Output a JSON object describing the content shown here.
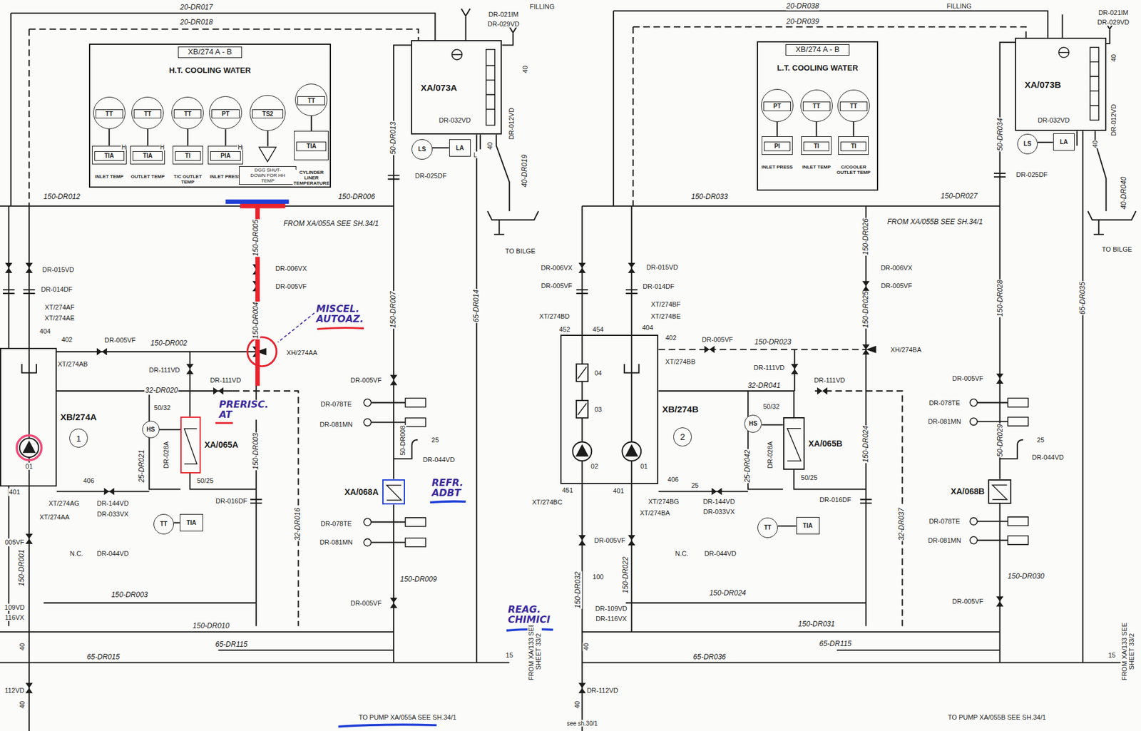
{
  "diagram": {
    "nodes": [
      {
        "text": [
          "XB/274 A - B",
          "H.T. COOLING WATER"
        ]
      },
      {
        "text": [
          "TT"
        ],
        "in": 0
      },
      {
        "text": [
          "TT"
        ],
        "in": 0
      },
      {
        "text": [
          "TT"
        ],
        "in": 0
      },
      {
        "text": [
          "PT"
        ],
        "in": 0
      },
      {
        "text": [
          "TS2"
        ],
        "in": 0
      },
      {
        "text": [
          "TT"
        ],
        "in": 0
      },
      {
        "text": [
          "TIA",
          "INLET TEMP"
        ],
        "in": 0
      },
      {
        "text": [
          "TIA",
          "OUTLET TEMP"
        ],
        "in": 0
      },
      {
        "text": [
          "TI",
          "T/C OUTLET TEMP"
        ],
        "in": 0
      },
      {
        "text": [
          "PIA",
          "INLET PRESS"
        ],
        "in": 0
      },
      {
        "text": [
          "DGG SHUT-DOWN FOR HH TEMP"
        ],
        "in": 0
      },
      {
        "text": [
          "TIA",
          "CYLINDER LINER TEMPERATURE"
        ],
        "in": 0
      },
      {
        "text": [
          "XA/073A"
        ]
      },
      {
        "text": [
          "LS"
        ]
      },
      {
        "text": [
          "LA"
        ]
      },
      {
        "text": [
          "XB/274A"
        ]
      },
      {
        "text": [
          "1"
        ]
      },
      {
        "text": [
          "XA/065A"
        ]
      },
      {
        "text": [
          "HS"
        ]
      },
      {
        "text": [
          "TT"
        ]
      },
      {
        "text": [
          "TIA"
        ]
      },
      {
        "text": [
          "XA/068A"
        ]
      },
      {
        "text": [
          "XB/274 A - B",
          "L.T. COOLING WATER"
        ]
      },
      {
        "text": [
          "PT"
        ],
        "in": 23
      },
      {
        "text": [
          "TT"
        ],
        "in": 23
      },
      {
        "text": [
          "TT"
        ],
        "in": 23
      },
      {
        "text": [
          "PI",
          "INLET PRESS"
        ],
        "in": 23
      },
      {
        "text": [
          "TI",
          "INLET TEMP"
        ],
        "in": 23
      },
      {
        "text": [
          "TI",
          "C/COOLER OUTLET TEMP"
        ],
        "in": 23
      },
      {
        "text": [
          "XA/073B"
        ]
      },
      {
        "text": [
          "LS"
        ]
      },
      {
        "text": [
          "LA"
        ]
      },
      {
        "text": [
          "XB/274B"
        ]
      },
      {
        "text": [
          "2"
        ]
      },
      {
        "text": [
          "XA/065B"
        ]
      },
      {
        "text": [
          "HS"
        ]
      },
      {
        "text": [
          "TT"
        ]
      },
      {
        "text": [
          "TIA"
        ]
      },
      {
        "text": [
          "XA/068B"
        ]
      }
    ],
    "edges": [
      {
        "from": 1,
        "to": 7,
        "arrow": "none"
      },
      {
        "from": 2,
        "to": 8,
        "arrow": "none"
      },
      {
        "from": 3,
        "to": 9,
        "arrow": "none"
      },
      {
        "from": 4,
        "to": 10,
        "arrow": "none"
      },
      {
        "from": 5,
        "to": 11,
        "arrow": "none"
      },
      {
        "from": 6,
        "to": 12,
        "arrow": "none"
      },
      {
        "from": 14,
        "to": 15,
        "arrow": "none"
      },
      {
        "from": 19,
        "to": 18,
        "arrow": "none"
      },
      {
        "from": 20,
        "to": 21,
        "arrow": "none"
      },
      {
        "from": 13,
        "to": 22,
        "arrow": "none"
      },
      {
        "from": 18,
        "to": 16,
        "arrow": "none"
      },
      {
        "from": 24,
        "to": 27,
        "arrow": "none"
      },
      {
        "from": 25,
        "to": 28,
        "arrow": "none"
      },
      {
        "from": 26,
        "to": 29,
        "arrow": "none"
      },
      {
        "from": 31,
        "to": 32,
        "arrow": "none"
      },
      {
        "from": 36,
        "to": 35,
        "arrow": "none"
      },
      {
        "from": 37,
        "to": 38,
        "arrow": "none"
      },
      {
        "from": 30,
        "to": 39,
        "arrow": "none"
      },
      {
        "from": 35,
        "to": 33,
        "arrow": "none"
      }
    ],
    "labels": [
      "FILLING",
      "FILLING",
      "20-DR017",
      "20-DR018",
      "20-DR038",
      "20-DR039",
      "DR-021IM",
      "DR-029VD",
      "DR-021IM",
      "DR-029VD",
      "150-DR012",
      "150-DR006",
      "FROM XA/055A SEE SH.34/1",
      "150-DR005",
      "DR-006VX",
      "DR-005VF",
      "150-DR004",
      "DR-015VD",
      "DR-014DF",
      "XT/274AF",
      "XT/274AE",
      "404",
      "402",
      "DR-005VF",
      "150-DR002",
      "XT/274AB",
      "DR-111VD",
      "DR-111VD",
      "XH/274AA",
      "32-DR020",
      "50/32",
      "150-DR007",
      "50-DR013",
      "DR-025DF",
      "DR-032VD",
      "DR-012VD",
      "40",
      "40-DR019",
      "40",
      "TO BILGE",
      "65-DR014",
      "DR-005VF",
      "DR-078TE",
      "DR-081MN",
      "25",
      "DR-044VD",
      "50-DR008",
      "DR-078TE",
      "DR-081MN",
      "150-DR009",
      "DR-005VF",
      "150-DR003",
      "32-DR016",
      "DR-016DF",
      "50/25",
      "25-DR021",
      "DR-028A",
      "406",
      "401",
      "XT/274AG",
      "XT/274AA",
      "DR-144VD",
      "DR-033VX",
      "N.C.",
      "DR-044VD",
      "150-DR003",
      "150-DR010",
      "65-DR115",
      "65-DR015",
      "150-DR001",
      "005VF",
      "109VD",
      "116VX",
      "40",
      "112VD",
      "40",
      "15",
      "FROM XA/133 SEE SHEET 33/2",
      "TO PUMP XA/055A SEE SH.34/1",
      "H",
      "H",
      "H",
      "L",
      "01",
      "MISCEL. AUTOAZ.",
      "PRERISC. AT",
      "REFR. ADBT",
      "REAG. CHIMICI",
      "150-DR033",
      "150-DR027",
      "FROM XA/055B SEE SH.34/1",
      "150-DR026",
      "DR-006VX",
      "DR-005VF",
      "150-DR025",
      "XH/274BA",
      "DR-006VX",
      "DR-005VF",
      "DR-015VD",
      "DR-014DF",
      "XT/274BF",
      "XT/274BE",
      "XT/274BD",
      "452",
      "454",
      "404",
      "402",
      "DR-005VF",
      "150-DR023",
      "XT/274BB",
      "DR-111VD",
      "DR-111VD",
      "32-DR041",
      "50/32",
      "25-DR042",
      "DR-028A",
      "50/25",
      "406",
      "25",
      "DR-144VD",
      "DR-033VX",
      "451",
      "401",
      "XT/274BC",
      "XT/274BG",
      "XT/274BA",
      "DR-016DF",
      "N.C.",
      "DR-044VD",
      "DR-005VF",
      "150-DR022",
      "150-DR032",
      "100",
      "DR-109VD",
      "DR-116VX",
      "150-DR024",
      "150-DR031",
      "65-DR115",
      "65-DR036",
      "40",
      "40",
      "DR-112VD",
      "see sh.30/1",
      "TO PUMP XA/055B SEE SH.34/1",
      "FROM XA/133 SEE SHEET 33/2",
      "15",
      "50-DR034",
      "DR-025DF",
      "DR-032VD",
      "DR-012VD",
      "40",
      "40-DR040",
      "TO BILGE",
      "40",
      "150-DR028",
      "65-DR035",
      "DR-005VF",
      "DR-078TE",
      "DR-081MN",
      "25",
      "DR-044VD",
      "50-DR029",
      "DR-078TE",
      "DR-081MN",
      "150-DR030",
      "DR-005VF",
      "150-DR024",
      "32-DR037",
      "04",
      "03",
      "02",
      "01"
    ]
  }
}
